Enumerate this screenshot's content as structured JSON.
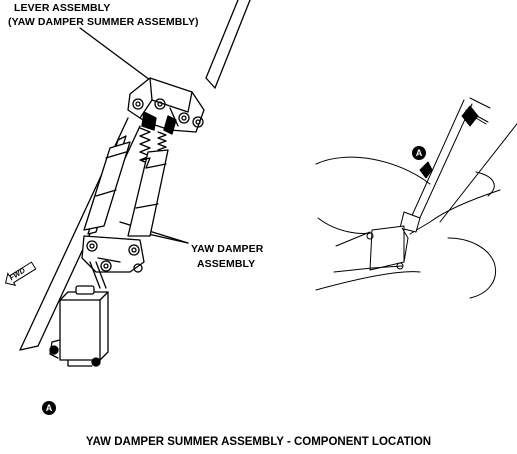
{
  "labels": {
    "lever_assembly": "LEVER ASSEMBLY",
    "lever_assembly_sub": "(YAW DAMPER SUMMER ASSEMBLY)",
    "yaw_damper_line1": "YAW DAMPER",
    "yaw_damper_line2": "ASSEMBLY",
    "fwd": "FWD",
    "view_marker_bottom": "A",
    "view_marker_detail": "A"
  },
  "caption": "YAW DAMPER SUMMER ASSEMBLY - COMPONENT LOCATION",
  "colors": {
    "ink": "#000000",
    "paper": "#ffffff"
  },
  "icons": {
    "view_marker": "circled-letter",
    "forward_arrow": "fwd-arrow-icon"
  }
}
